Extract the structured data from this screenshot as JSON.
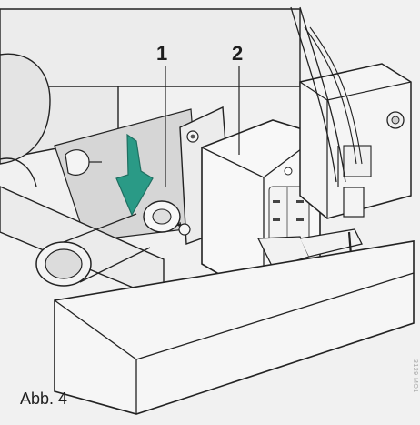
{
  "figure": {
    "callouts": [
      {
        "id": "1",
        "label": "1"
      },
      {
        "id": "2",
        "label": "2"
      }
    ],
    "caption": "Abb. 4",
    "margin_code": "3129 MO1",
    "colors": {
      "background": "#f1f1f1",
      "line": "#222222",
      "arrow": "#2a9a86",
      "shadow": "#bfbfbf"
    },
    "icons": [
      "green-arrow-indicator"
    ]
  }
}
